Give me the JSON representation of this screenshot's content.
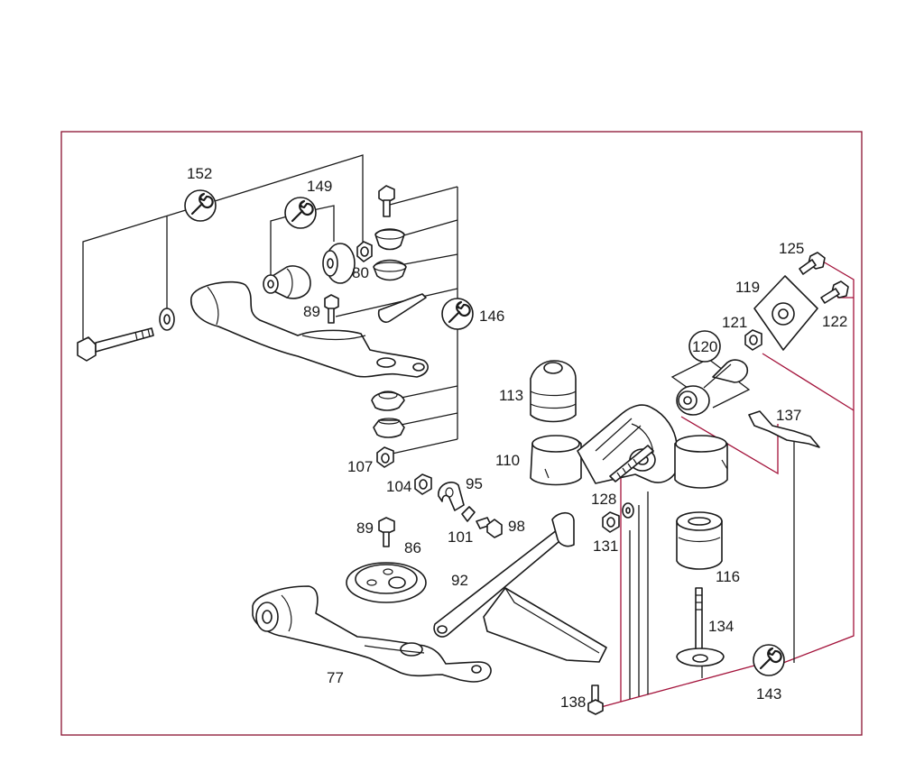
{
  "callouts": {
    "p152": "152",
    "p149": "149",
    "p80": "80",
    "p89a": "89",
    "p146": "146",
    "p113": "113",
    "p110": "110",
    "p107": "107",
    "p104": "104",
    "p95": "95",
    "p101": "101",
    "p98": "98",
    "p89b": "89",
    "p86": "86",
    "p92": "92",
    "p77": "77",
    "p125": "125",
    "p119": "119",
    "p122": "122",
    "p121": "121",
    "p120": "120",
    "p137": "137",
    "p128": "128",
    "p131": "131",
    "p116": "116",
    "p134": "134",
    "p138": "138",
    "p143": "143"
  },
  "icons": {
    "tool": "wrench-icon"
  },
  "colors": {
    "frame": "#8a1030",
    "leader_red": "#a3123a",
    "line": "#1a1a1a"
  }
}
